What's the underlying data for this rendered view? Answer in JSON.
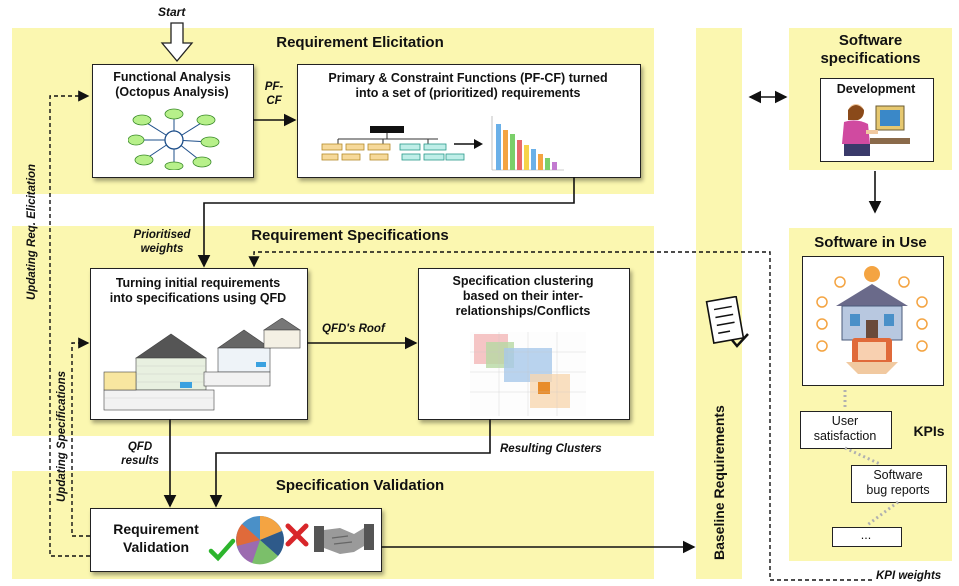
{
  "start_label": "Start",
  "elicitation": {
    "title": "Requirement Elicitation",
    "functional_analysis": "Functional Analysis\n(Octopus Analysis)",
    "pfcf_arrow_label": "PF-\nCF",
    "primary_functions": "Primary & Constraint Functions (PF-CF) turned\ninto a set of (prioritized) requirements"
  },
  "specifications": {
    "title": "Requirement Specifications",
    "prioritised_weights": "Prioritised\nweights",
    "qfd_box": "Turning initial requirements\ninto specifications using QFD",
    "qfd_roof": "QFD's Roof",
    "clustering_box": "Specification clustering\nbased on their inter-\nrelationships/Conflicts"
  },
  "validation": {
    "title": "Specification Validation",
    "qfd_results": "QFD\nresults",
    "resulting_clusters": "Resulting Clusters",
    "requirement_validation": "Requirement\nValidation"
  },
  "side_labels": {
    "updating_req_elicitation": "Updating Req. Elicitation",
    "updating_specifications": "Updating Specifications"
  },
  "baseline_requirements": "Baseline Requirements",
  "software_specifications": {
    "title": "Software\nspecifications",
    "development": "Development"
  },
  "software_in_use": {
    "title": "Software in Use",
    "kpis": "KPIs",
    "user_satisfaction": "User\nsatisfaction",
    "software_bug_reports": "Software\nbug reports",
    "more": "..."
  },
  "kpi_weights": "KPI weights",
  "colors": {
    "panel": "#fbf7b0",
    "pie": [
      "#f4a442",
      "#4a90c8",
      "#7bbf6a",
      "#2e5a8a",
      "#e06a3a",
      "#9c6bb0"
    ],
    "check": "#2db52d",
    "cross": "#d8262a"
  }
}
